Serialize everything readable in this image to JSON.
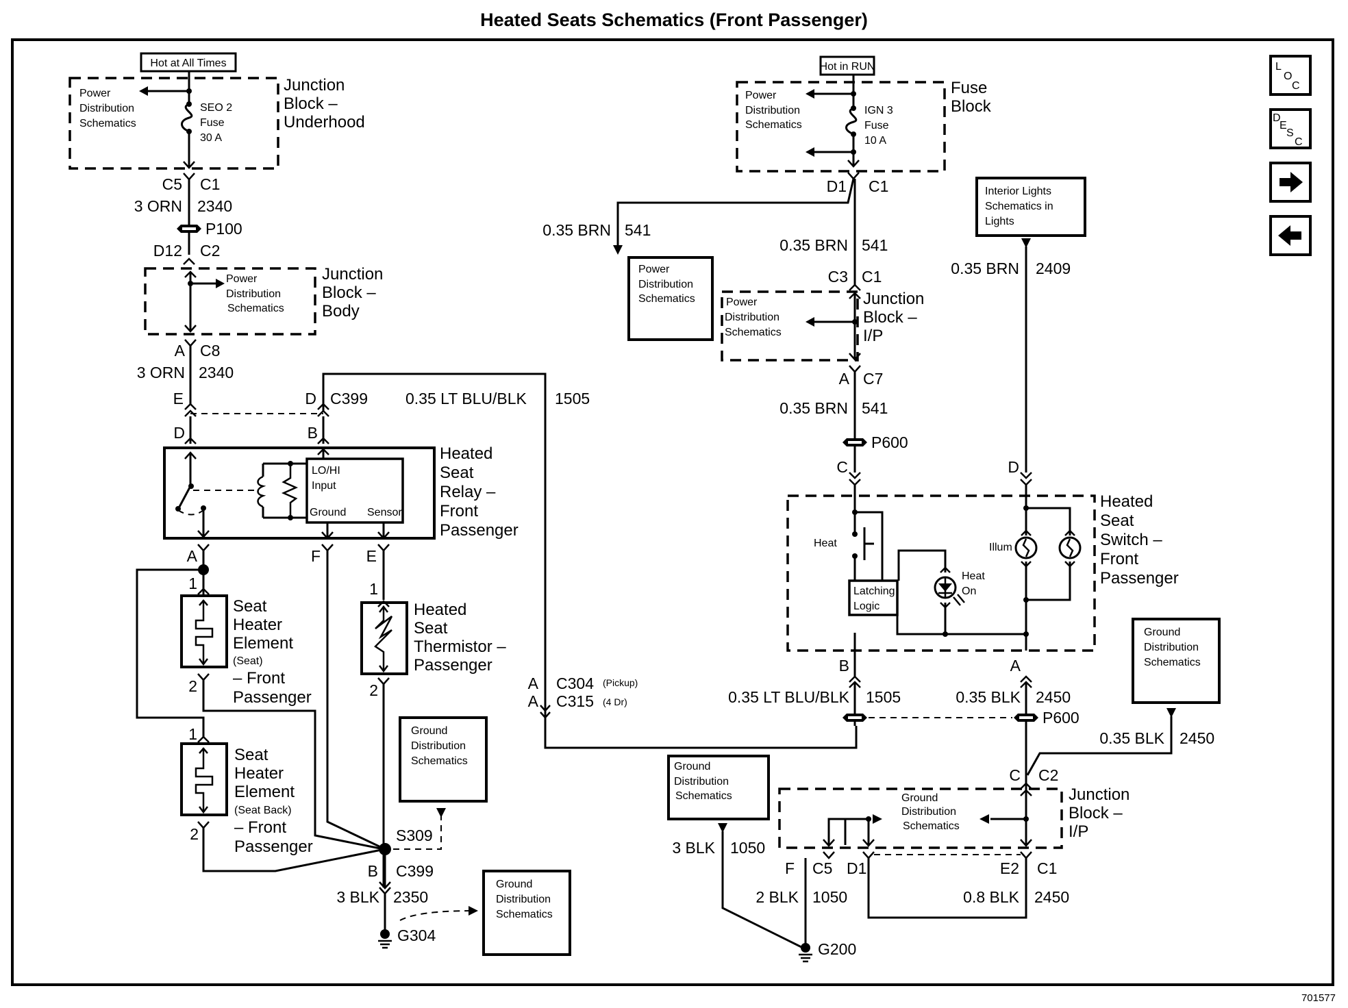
{
  "title": "Heated Seats Schematics (Front Passenger)",
  "figure_number": "701577",
  "nav_buttons": {
    "loc": [
      "L",
      "O",
      "C"
    ],
    "desc": [
      "D",
      "E",
      "S",
      "C"
    ],
    "next_icon": "right-arrow-icon",
    "prev_icon": "left-arrow-icon"
  },
  "left": {
    "hot_label": "Hot at All Times",
    "jb_underhood": {
      "name": [
        "Junction",
        "Block –",
        "Underhood"
      ],
      "ref": [
        "Power",
        "Distribution",
        "Schematics"
      ],
      "fuse": [
        "SEO 2",
        "Fuse",
        "30 A"
      ]
    },
    "conn_c5": "C5",
    "conn_c1": "C1",
    "wire_1": {
      "gauge": "3 ORN",
      "circuit": "2340"
    },
    "p100": "P100",
    "conn_d12": "D12",
    "conn_c2": "C2",
    "jb_body": {
      "name": [
        "Junction",
        "Block –",
        "Body"
      ],
      "ref": [
        "Power",
        "Distribution",
        "Schematics"
      ]
    },
    "conn_a": "A",
    "conn_c8": "C8",
    "wire_2": {
      "gauge": "3 ORN",
      "circuit": "2340"
    },
    "conn_e": "E",
    "conn_d": "D",
    "conn_c399": "C399",
    "wire_1505": {
      "gauge": "0.35 LT BLU/BLK",
      "circuit": "1505"
    },
    "relay_pin_d": "D",
    "relay_pin_b": "B",
    "relay": {
      "name": [
        "Heated",
        "Seat",
        "Relay –",
        "Front",
        "Passenger"
      ],
      "module": {
        "input": [
          "LO/HI",
          "Input"
        ],
        "ground": "Ground",
        "sensor": "Sensor"
      }
    },
    "relay_pin_a": "A",
    "relay_pin_f": "F",
    "relay_pin_e": "E",
    "heater_seat": {
      "pin1": "1",
      "pin2": "2",
      "name": [
        "Seat",
        "Heater",
        "Element"
      ],
      "sub": "(Seat)",
      "name2": [
        "– Front",
        "Passenger"
      ]
    },
    "heater_back": {
      "pin1": "1",
      "pin2": "2",
      "name": [
        "Seat",
        "Heater",
        "Element"
      ],
      "sub": "(Seat Back)",
      "name2": [
        "– Front",
        "Passenger"
      ]
    },
    "thermistor": {
      "pin1": "1",
      "pin2": "2",
      "name": [
        "Heated",
        "Seat",
        "Thermistor –",
        "Passenger"
      ]
    },
    "conn_c304": {
      "pin": "A",
      "name": "C304",
      "note": "(Pickup)"
    },
    "conn_c315": {
      "pin": "A",
      "name": "C315",
      "note": "(4 Dr)"
    },
    "gnd_ref_1": [
      "Ground",
      "Distribution",
      "Schematics"
    ],
    "s309": "S309",
    "conn_b": "B",
    "conn_c399_b": "C399",
    "wire_gnd": {
      "gauge": "3 BLK",
      "circuit": "2350"
    },
    "g304": "G304",
    "gnd_ref_2": [
      "Ground",
      "Distribution",
      "Schematics"
    ]
  },
  "right": {
    "hot_label": "Hot in RUN",
    "fuse_block": {
      "name": [
        "Fuse",
        "Block"
      ],
      "ref": [
        "Power",
        "Distribution",
        "Schematics"
      ],
      "fuse": [
        "IGN 3",
        "Fuse",
        "10 A"
      ]
    },
    "conn_d1": "D1",
    "conn_c1": "C1",
    "wire_541_branch": {
      "gauge": "0.35 BRN",
      "circuit": "541"
    },
    "pwr_ref": [
      "Power",
      "Distribution",
      "Schematics"
    ],
    "wire_541_a": {
      "gauge": "0.35 BRN",
      "circuit": "541"
    },
    "conn_c3": "C3",
    "conn_c1b": "C1",
    "jb_ip": {
      "name": [
        "Junction",
        "Block –",
        "I/P"
      ],
      "ref": [
        "Power",
        "Distribution",
        "Schematics"
      ]
    },
    "conn_a": "A",
    "conn_c7": "C7",
    "wire_541_b": {
      "gauge": "0.35 BRN",
      "circuit": "541"
    },
    "p600": "P600",
    "switch_pin_c": "C",
    "switch_pin_d": "D",
    "interior_ref": [
      "Interior Lights",
      "Schematics in",
      "Lights"
    ],
    "wire_2409": {
      "gauge": "0.35 BRN",
      "circuit": "2409"
    },
    "switch": {
      "name": [
        "Heated",
        "Seat",
        "Switch –",
        "Front",
        "Passenger"
      ],
      "heat": "Heat",
      "latching": [
        "Latching",
        "Logic"
      ],
      "heat_on": [
        "Heat",
        "On"
      ],
      "illum": "Illum"
    },
    "switch_pin_b": "B",
    "switch_pin_a": "A",
    "wire_1505": {
      "gauge": "0.35 LT BLU/BLK",
      "circuit": "1505"
    },
    "wire_2450_a": {
      "gauge": "0.35 BLK",
      "circuit": "2450"
    },
    "p600_b": "P600",
    "gnd_ref_3": [
      "Ground",
      "Distribution",
      "Schematics"
    ],
    "wire_2450_b": {
      "gauge": "0.35 BLK",
      "circuit": "2450"
    },
    "conn_c": "C",
    "conn_c2": "C2",
    "gnd_ref_4": [
      "Ground",
      "Distribution",
      "Schematics"
    ],
    "jb_ip2": {
      "name": [
        "Junction",
        "Block –",
        "I/P"
      ],
      "ref": [
        "Ground",
        "Distribution",
        "Schematics"
      ]
    },
    "wire_1050_a": {
      "gauge": "3 BLK",
      "circuit": "1050"
    },
    "conn_f": "F",
    "conn_c5": "C5",
    "conn_d1b": "D1",
    "conn_e2": "E2",
    "conn_c1c": "C1",
    "wire_1050_b": {
      "gauge": "2 BLK",
      "circuit": "1050"
    },
    "wire_2450_c": {
      "gauge": "0.8 BLK",
      "circuit": "2450"
    },
    "g200": "G200"
  }
}
